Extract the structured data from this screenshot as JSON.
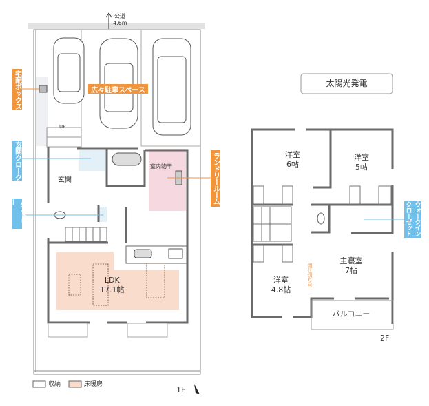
{
  "floor1": {
    "road_label": "公道",
    "road_width": "4.6m",
    "up_label": "UP",
    "entrance": "玄関",
    "indoor_drying": "室内物干",
    "ldk_name": "LDK",
    "ldk_size": "17.1帖",
    "floor_label": "1F",
    "callouts": {
      "delivery_box": "宅配ボックス",
      "parking": "広々駐車スペース",
      "entrance_cloak": "玄関クローク",
      "pantry": "パントリー",
      "laundry": "ランドリールーム"
    },
    "legend": [
      {
        "label": "収納",
        "color": "#ffffff"
      },
      {
        "label": "床暖房",
        "color": "#f9dccb"
      }
    ]
  },
  "floor2": {
    "solar_label": "太陽光発電",
    "rooms": [
      {
        "name": "洋室",
        "size": "6帖"
      },
      {
        "name": "洋室",
        "size": "5帖"
      },
      {
        "name": "主寝室",
        "size": "7帖"
      },
      {
        "name": "洋室",
        "size": "4.8帖"
      }
    ],
    "balcony": "バルコニー",
    "partition_note": "間仕切り可",
    "walk_in_closet": "ウォークインクローゼット",
    "floor_label": "2F"
  },
  "colors": {
    "orange_callout": "#f0953c",
    "blue_callout": "#6fc0ea",
    "floor_heating": "#f9dccb",
    "laundry": "#f6d9e0",
    "storage": "#e3f0f8",
    "wall": "#6a6a6a"
  }
}
